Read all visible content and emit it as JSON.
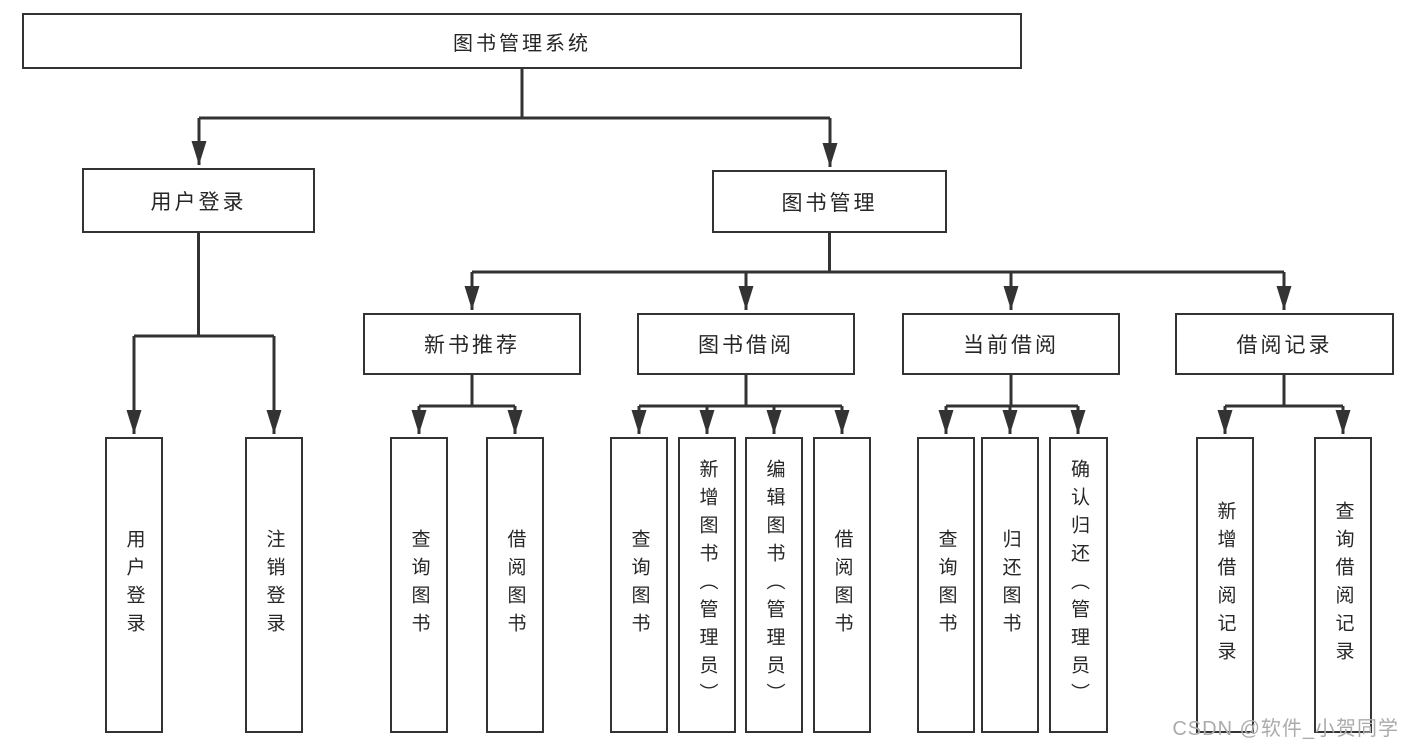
{
  "diagram_title": "图书管理系统",
  "tree": {
    "label": "图书管理系统",
    "children": [
      {
        "label": "用户登录",
        "children": [
          {
            "label": "用户登录"
          },
          {
            "label": "注销登录"
          }
        ]
      },
      {
        "label": "图书管理",
        "children": [
          {
            "label": "新书推荐",
            "children": [
              {
                "label": "查询图书"
              },
              {
                "label": "借阅图书"
              }
            ]
          },
          {
            "label": "图书借阅",
            "children": [
              {
                "label": "查询图书"
              },
              {
                "label": "新增图书（管理员）"
              },
              {
                "label": "编辑图书（管理员）"
              },
              {
                "label": "借阅图书"
              }
            ]
          },
          {
            "label": "当前借阅",
            "children": [
              {
                "label": "查询图书"
              },
              {
                "label": "归还图书"
              },
              {
                "label": "确认归还（管理员）"
              }
            ]
          },
          {
            "label": "借阅记录",
            "children": [
              {
                "label": "新增借阅记录"
              },
              {
                "label": "查询借阅记录"
              }
            ]
          }
        ]
      }
    ]
  },
  "watermark": "CSDN @软件_小贺同学",
  "colors": {
    "line": "#333333",
    "box_border": "#333333",
    "text": "#262626",
    "watermark": "#ababab",
    "background": "#ffffff"
  }
}
